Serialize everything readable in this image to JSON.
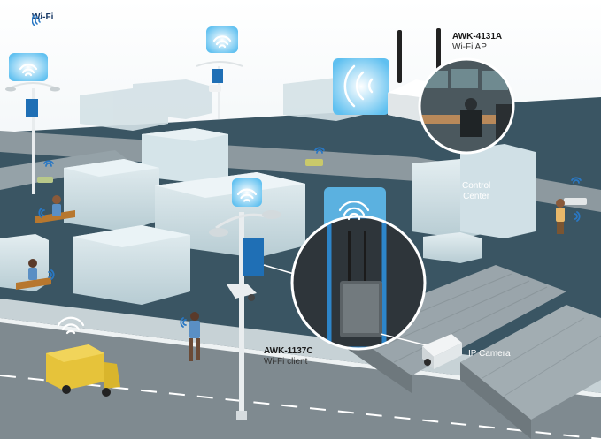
{
  "legend": {
    "text": "Wi-Fi"
  },
  "labels": {
    "ap_model": "AWK-4131A",
    "ap_role": "Wi-Fi AP",
    "client_model": "AWK-1137C",
    "client_role": "Wi-Fi client",
    "control_center_line1": "Control",
    "control_center_line2": "Center",
    "ip_camera": "IP Camera"
  },
  "colors": {
    "wifi_blue": "#57b9ee",
    "device_blue": "#1f6fb5",
    "truck_yellow": "#e8c53a",
    "road": "#7e8a92",
    "water": "#314a57",
    "building": "#cfe0e6"
  },
  "icons": [
    "wifi-icon",
    "router-icon",
    "camera-icon",
    "person-icon",
    "truck-icon",
    "car-icon",
    "bench-icon",
    "streetlight-icon"
  ]
}
